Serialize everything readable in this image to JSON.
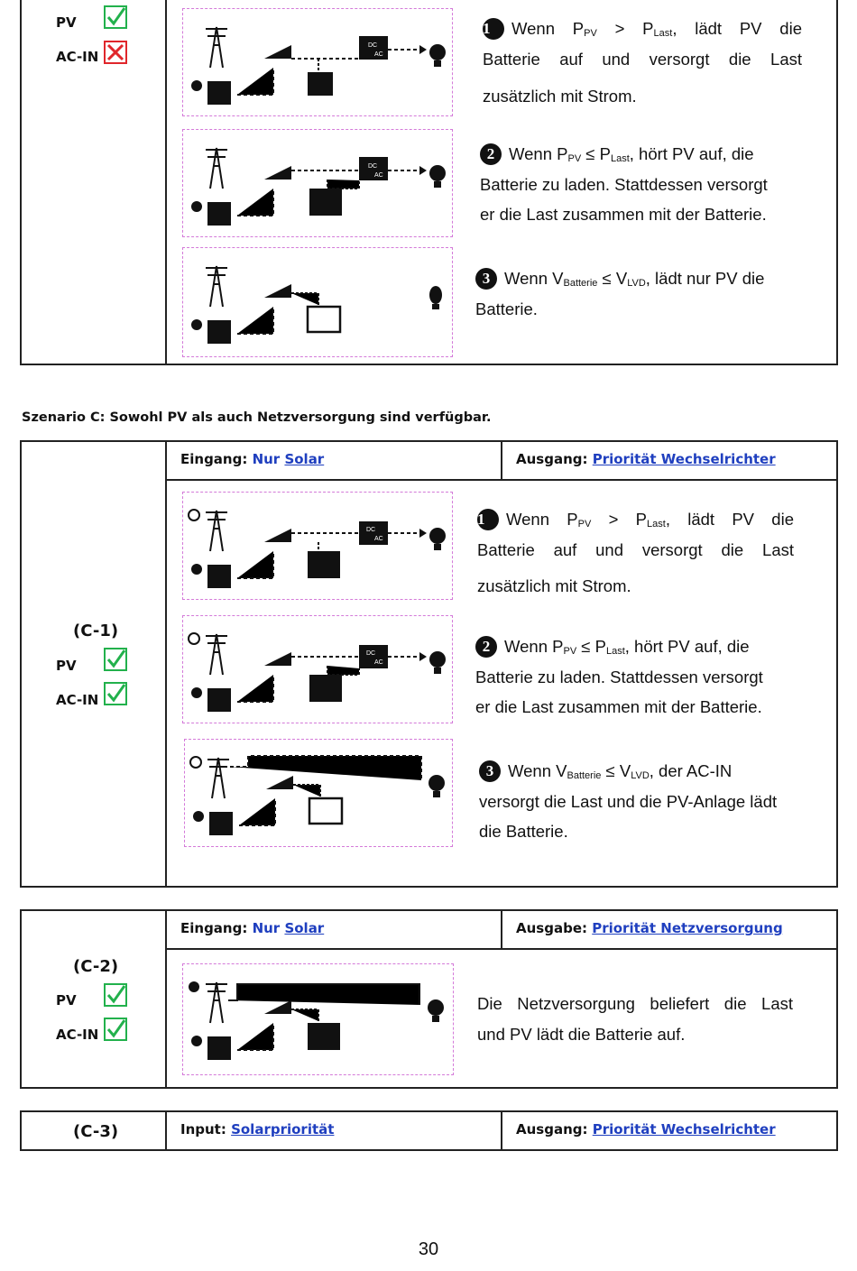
{
  "section_b": {
    "pv_label": "PV",
    "acin_label": "AC-IN",
    "pv_status": "ok",
    "acin_status": "not-available",
    "steps": [
      {
        "num": "1",
        "t1": "Wenn P",
        "s1": "PV",
        "t2": " > P",
        "s2": "Last",
        "t3": ", lädt PV die",
        "line2": "Batterie auf und versorgt die Last",
        "line3": "zusätzlich mit Strom."
      },
      {
        "num": "2",
        "t1": "Wenn P",
        "s1": "PV",
        "t2": " ≤ P",
        "s2": "Last",
        "t3": ", hört PV auf, die",
        "line2": "Batterie zu laden. Stattdessen versorgt",
        "line3": "er die Last zusammen mit der Batterie."
      },
      {
        "num": "3",
        "t1": "Wenn V",
        "s1": "Batterie",
        "t2": " ≤ V",
        "s2": "LVD",
        "t3": ", lädt nur PV die",
        "line2": "Batterie.",
        "line3": ""
      }
    ]
  },
  "caption": "Szenario C: Sowohl PV als auch Netzversorgung sind verfügbar.",
  "c1": {
    "id": "(C-1)",
    "pv_label": "PV",
    "acin_label": "AC-IN",
    "input_prefix": "Eingang: ",
    "input_value1": "Nur ",
    "input_value2": "Solar",
    "output_prefix": "Ausgang: ",
    "output_value": "Priorität Wechselrichter",
    "steps": [
      {
        "num": "1",
        "t1": "Wenn P",
        "s1": "PV",
        "t2": " > P",
        "s2": "Last",
        "t3": ", lädt PV die",
        "line2": "Batterie auf und versorgt die Last",
        "line3": "zusätzlich mit Strom."
      },
      {
        "num": "2",
        "t1": "Wenn P",
        "s1": "PV",
        "t2": " ≤ P",
        "s2": "Last",
        "t3": ", hört PV auf, die",
        "line2": "Batterie zu laden. Stattdessen versorgt",
        "line3": "er die Last zusammen mit der Batterie."
      },
      {
        "num": "3",
        "t1": "Wenn V",
        "s1": "Batterie",
        "t2": " ≤ V",
        "s2": "LVD",
        "t3": ", der AC-IN",
        "line2": "versorgt die Last und die PV-Anlage lädt",
        "line3": "die Batterie."
      }
    ]
  },
  "c2": {
    "id": "(C-2)",
    "pv_label": "PV",
    "acin_label": "AC-IN",
    "input_prefix": "Eingang: ",
    "input_value1": "Nur ",
    "input_value2": "Solar",
    "output_prefix": "Ausgabe: ",
    "output_value": "Priorität Netzversorgung",
    "line1": "Die Netzversorgung beliefert die Last",
    "line2": "und PV lädt die Batterie auf."
  },
  "c3": {
    "id": "(C-3)",
    "input_prefix": "Input: ",
    "input_value": "Solarpriorität",
    "output_prefix": "Ausgang: ",
    "output_value": "Priorität Wechselrichter"
  },
  "page_number": "30",
  "colors": {
    "check_green": "#22b14c",
    "cross_red": "#e0262b",
    "link_blue": "#1f3fbf",
    "diagram_border": "#d47ad9"
  }
}
